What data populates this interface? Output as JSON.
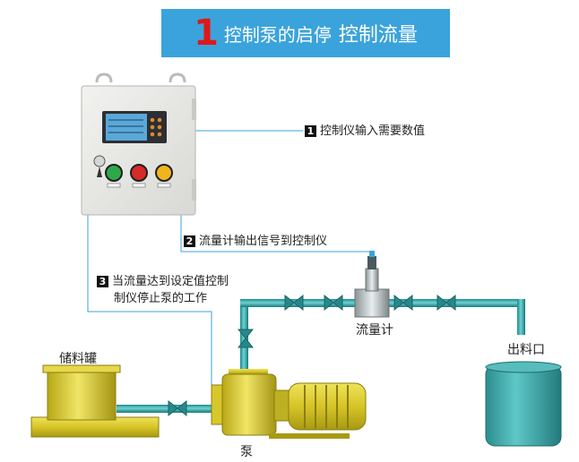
{
  "banner": {
    "number": "1",
    "title_part1": "控制泵",
    "title_part2": "的启停",
    "title_part3": "控制流量"
  },
  "steps": [
    {
      "number": "1",
      "text": "控制仪输入需要数值"
    },
    {
      "number": "2",
      "text": "流量计输出信号到控制仪"
    },
    {
      "number": "3",
      "line1": "当流量达到设定值控制",
      "line2": "制仪停止泵的工作"
    }
  ],
  "labels": {
    "flowmeter": "流量计",
    "outlet": "出料口",
    "tank": "储料罐",
    "pump": "泵"
  },
  "colors": {
    "banner_bg": "#3ba3dc",
    "banner_number": "#e01818",
    "pipe": "#2a9da3",
    "yellow": "#d9c92a",
    "signal_line": "#3ba3dc"
  }
}
